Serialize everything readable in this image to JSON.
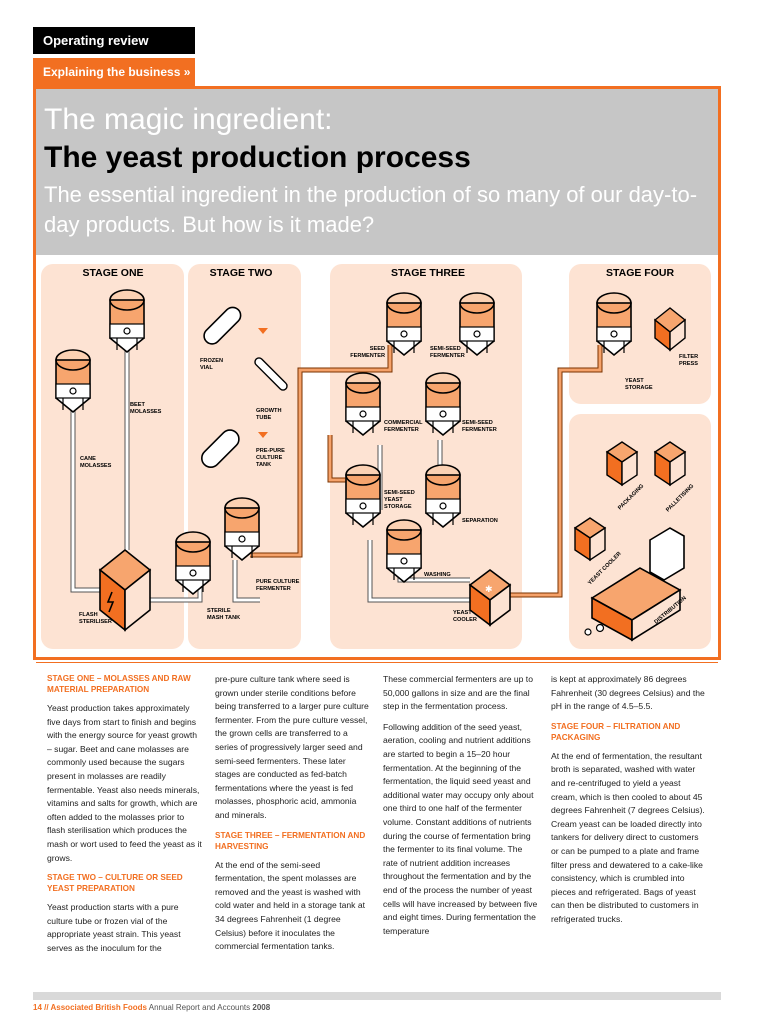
{
  "section_tag": "Operating review",
  "sub_tag": "Explaining the business »",
  "header": {
    "title_light": "The magic ingredient:",
    "title_bold": "The yeast production process",
    "subtitle": "The essential ingredient in the production of so many of our day-to-day products. But how is it made?"
  },
  "colors": {
    "accent": "#f26f21",
    "panel": "#fde3d3",
    "header_bg": "#c6c6c6"
  },
  "diagram": {
    "stages": [
      "STAGE ONE",
      "STAGE TWO",
      "STAGE THREE",
      "STAGE FOUR"
    ],
    "labels": {
      "beet_molasses": [
        "BEET",
        "MOLASSES"
      ],
      "cane_molasses": [
        "CANE",
        "MOLASSES"
      ],
      "flash_steriliser": [
        "FLASH",
        "STERILISER"
      ],
      "frozen_vial": [
        "FROZEN",
        "VIAL"
      ],
      "growth_tube": [
        "GROWTH",
        "TUBE"
      ],
      "pre_pure": [
        "PRE-PURE",
        "CULTURE",
        "TANK"
      ],
      "pure_culture": [
        "PURE CULTURE",
        "FERMENTER"
      ],
      "sterile_mash": [
        "STERILE",
        "MASH TANK"
      ],
      "seed_fermenter": [
        "SEED",
        "FERMENTER"
      ],
      "semi_seed_fermenter_top": [
        "SEMI-SEED",
        "FERMENTER"
      ],
      "commercial_fermenter": [
        "COMMERCIAL",
        "FERMENTER"
      ],
      "semi_seed_fermenter": [
        "SEMI-SEED",
        "FERMENTER"
      ],
      "semi_seed_yeast_storage": [
        "SEMI-SEED",
        "YEAST",
        "STORAGE"
      ],
      "separation": "SEPARATION",
      "washing": "WASHING",
      "yeast_cooler": [
        "YEAST",
        "COOLER"
      ],
      "filter_press": [
        "FILTER",
        "PRESS"
      ],
      "yeast_storage": [
        "YEAST",
        "STORAGE"
      ],
      "packaging": "PACKAGING",
      "palletising": "PALLETISING",
      "yeast_cooler_4": "YEAST COOLER",
      "distribution": "DISTRIBUTION"
    }
  },
  "columns": [
    [
      {
        "h": "STAGE ONE – MOLASSES AND RAW MATERIAL PREPARATION"
      },
      {
        "p": "Yeast production takes approximately five days from start to finish and begins with the energy source for yeast growth – sugar. Beet and cane molasses are commonly used because the sugars present in molasses are readily fermentable. Yeast also needs minerals, vitamins and salts for growth, which are often added to the molasses prior to flash sterilisation which produces the mash or wort used to feed the yeast as it grows."
      },
      {
        "h": "STAGE TWO – CULTURE OR SEED YEAST PREPARATION"
      },
      {
        "p": "Yeast production starts with a pure culture tube or frozen vial of the appropriate yeast strain. This yeast serves as the inoculum for the"
      }
    ],
    [
      {
        "p": "pre-pure culture tank where seed is grown under sterile conditions before being transferred to a larger pure culture fermenter. From the pure culture vessel, the grown cells are transferred to a series of progressively larger seed and semi-seed fermenters. These later stages are conducted as fed-batch fermentations where the yeast is fed molasses, phosphoric acid, ammonia and minerals."
      },
      {
        "h": "STAGE THREE – FERMENTATION AND HARVESTING"
      },
      {
        "p": "At the end of the semi-seed fermentation, the spent molasses are removed and the yeast is washed with cold water and held in a storage tank at 34 degrees Fahrenheit (1 degree Celsius) before it inoculates the commercial fermentation tanks."
      }
    ],
    [
      {
        "p": "These commercial fermenters are up to 50,000 gallons in size and are the final step in the fermentation process."
      },
      {
        "p": "Following addition of the seed yeast, aeration, cooling and nutrient additions are started to begin a 15–20 hour fermentation. At the beginning of the fermentation, the liquid seed yeast and additional water may occupy only about one third to one half of the fermenter volume. Constant additions of nutrients during the course of fermentation bring the fermenter to its final volume. The rate of nutrient addition increases throughout the fermentation and by the end of the process the number of yeast cells will have increased by between five and eight times. During fermentation the temperature"
      }
    ],
    [
      {
        "p": "is kept at approximately 86 degrees Fahrenheit (30 degrees Celsius) and the pH in the range of 4.5–5.5."
      },
      {
        "h": "STAGE FOUR – FILTRATION AND PACKAGING"
      },
      {
        "p": "At the end of fermentation, the resultant broth is separated, washed with water and re-centrifuged to yield a yeast cream, which is then cooled to about 45 degrees Fahrenheit (7 degrees Celsius). Cream yeast can be loaded directly into tankers for delivery direct to customers or can be pumped to a plate and frame filter press and dewatered to a cake-like consistency, which is crumbled into pieces and refrigerated. Bags of yeast can then be distributed to customers in refrigerated trucks."
      }
    ]
  ],
  "footer": {
    "page": "14",
    "sep": " // ",
    "company": "Associated British Foods",
    "report": " Annual Report and Accounts ",
    "year": "2008"
  }
}
